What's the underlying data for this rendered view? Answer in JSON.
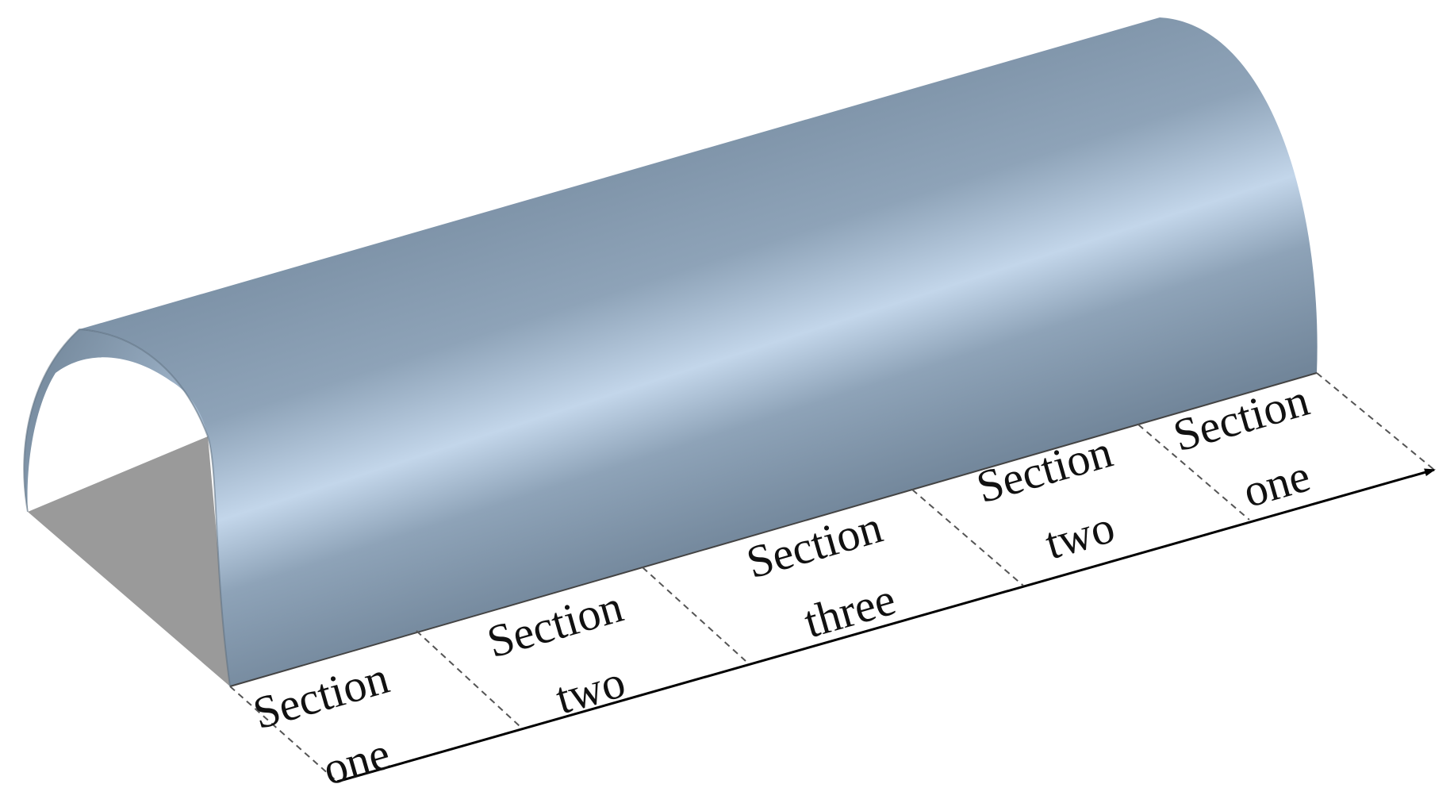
{
  "sections": [
    {
      "line1": "Section",
      "line2": "one"
    },
    {
      "line1": "Section",
      "line2": "two"
    },
    {
      "line1": "Section",
      "line2": "three"
    },
    {
      "line1": "Section",
      "line2": "two"
    },
    {
      "line1": "Section",
      "line2": "one"
    }
  ],
  "colors": {
    "shell_light": "#c3d6ea",
    "shell_mid": "#8ea3b8",
    "shell_dark": "#6f8396",
    "floor_gray": "#9a9a9a",
    "line": "#000000",
    "dashed": "#555555"
  }
}
